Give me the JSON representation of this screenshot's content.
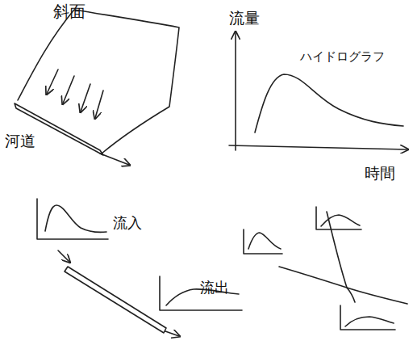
{
  "diagram": {
    "labels": [
      "斜面",
      "河道",
      "流量",
      "ハイドログラフ",
      "時間",
      "流入",
      "流出"
    ]
  }
}
